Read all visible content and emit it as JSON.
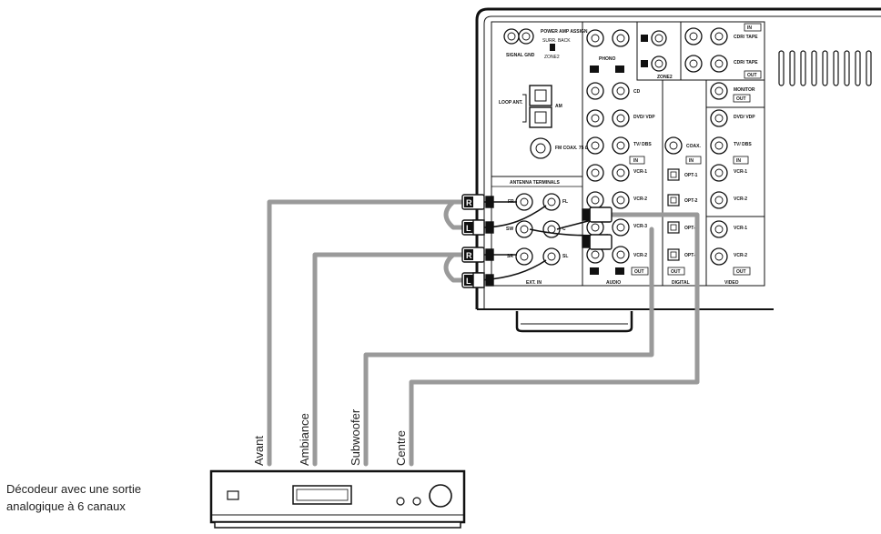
{
  "decoder": {
    "caption_line1": "Décodeur avec une sortie",
    "caption_line2": "analogique à 6 canaux"
  },
  "cables": [
    {
      "label": "Avant"
    },
    {
      "label": "Ambiance"
    },
    {
      "label": "Subwoofer"
    },
    {
      "label": "Centre"
    }
  ],
  "receiver": {
    "signal_gnd": "SIGNAL GND",
    "power_amp": "POWER AMP ASSIGN",
    "surr_back": "SURR. BACK",
    "zone2_sw": "ZONE2",
    "loop_ant": "LOOP ANT.",
    "am": "AM",
    "fm": "FM COAX. 75 Ω",
    "antenna": "ANTENNA TERMINALS",
    "phono": "PHONO",
    "zone2_label": "ZONE2",
    "out_badge": "OUT",
    "in_badge": "IN",
    "monitor": "MONITOR",
    "coax": "COAX.",
    "opt1": "OPT-1",
    "opt2": "OPT-2",
    "opt3": "OPT-3",
    "opt4": "OPT-4",
    "r_badge": "R",
    "l_badge": "L",
    "audio_in": [
      "CD",
      "DVD/ VDP",
      "TV/ DBS",
      "VCR-1",
      "VCR-2",
      "VCR-3"
    ],
    "cdr_tape": "CDR/ TAPE",
    "vcr1": "VCR-1",
    "vcr2": "VCR-2",
    "ext_in_ports": [
      "FR",
      "FL",
      "SW",
      "C",
      "SR",
      "SL"
    ],
    "ext_in": "EXT. IN",
    "audio": "AUDIO",
    "digital": "DIGITAL",
    "video": "VIDEO",
    "dvd_vdp": "DVD/ VDP",
    "tv_dbs": "TV/ DBS"
  }
}
